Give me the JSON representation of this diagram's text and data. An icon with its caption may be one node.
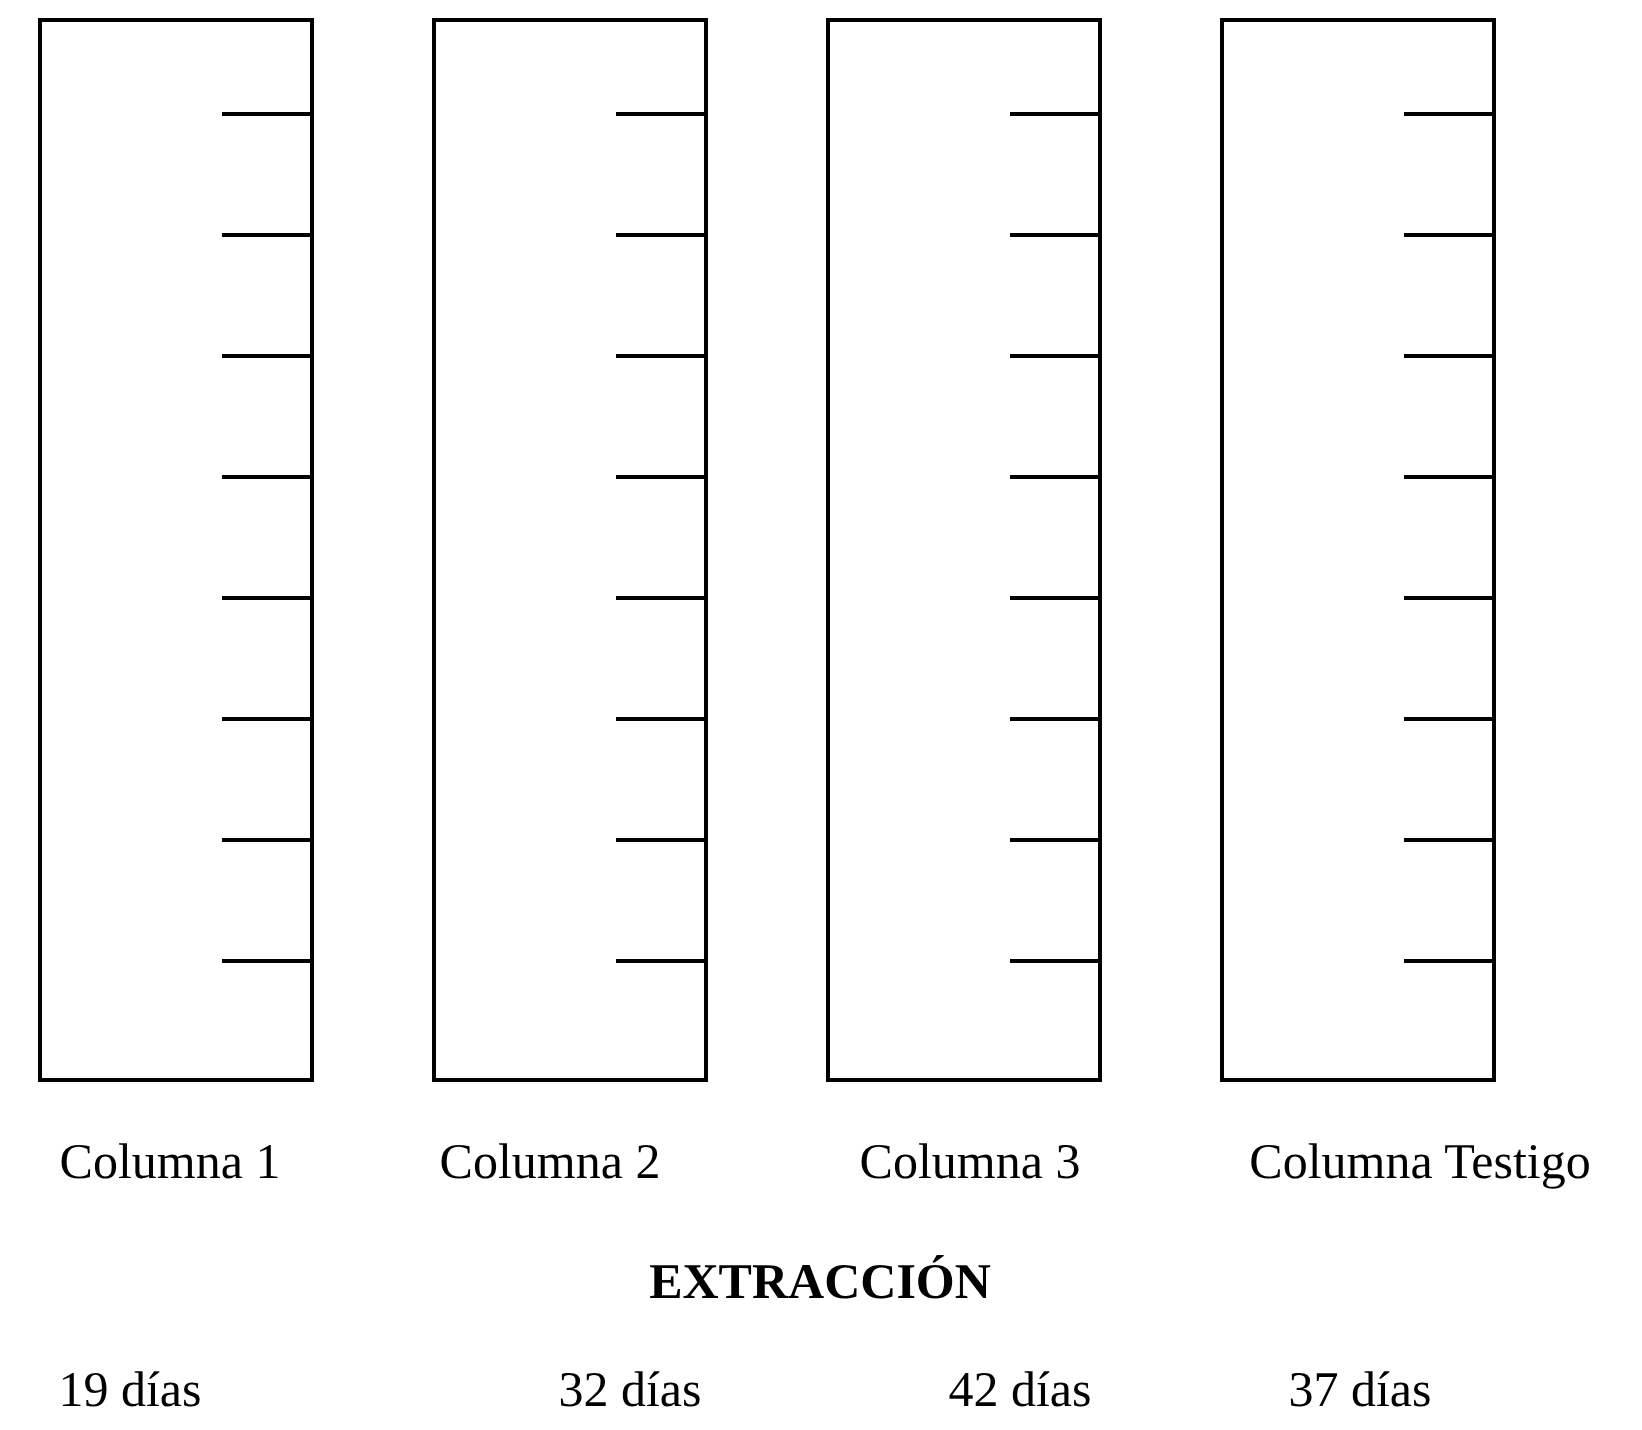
{
  "diagram": {
    "nodes": [
      {
        "text": [
          "Columna 1"
        ]
      },
      {
        "text": [
          "Columna 2"
        ]
      },
      {
        "text": [
          "Columna 3"
        ]
      },
      {
        "text": [
          "Columna Testigo"
        ]
      }
    ],
    "edges": [],
    "labels": [
      "EXTRACCIÓN",
      "19 días",
      "32 días",
      "42 días",
      "37 días"
    ]
  }
}
